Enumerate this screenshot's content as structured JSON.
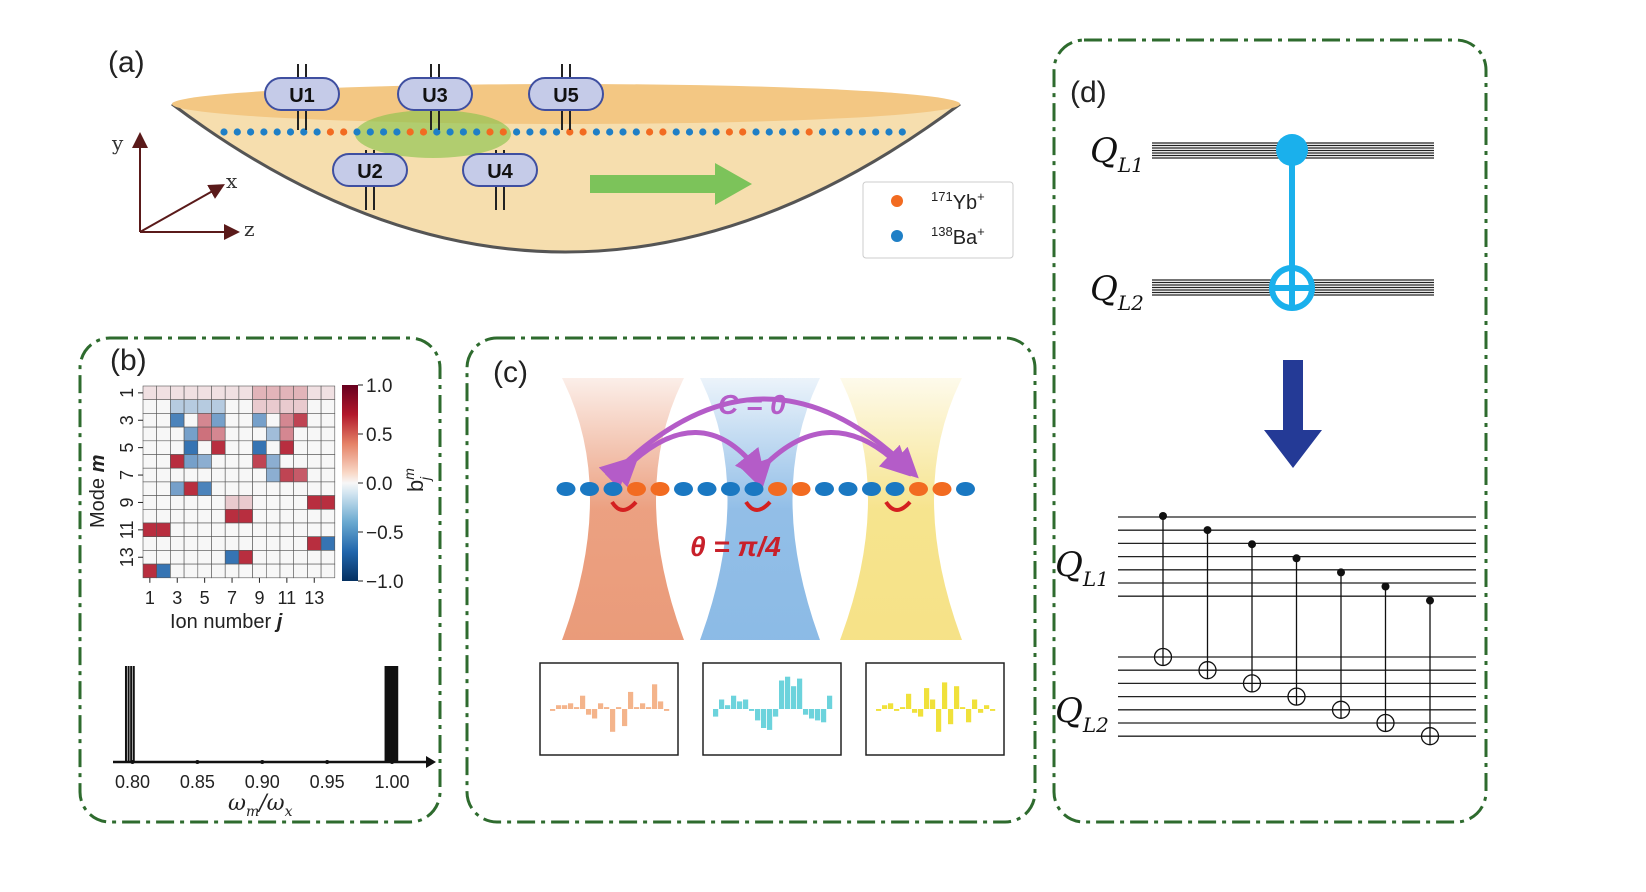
{
  "panels": {
    "a": {
      "label": "(a)",
      "gates": [
        "U1",
        "U2",
        "U3",
        "U4",
        "U5"
      ],
      "axes": {
        "x": "x",
        "y": "y",
        "z": "z"
      },
      "legend": [
        {
          "text": "171Yb+",
          "mass": "171",
          "symbol": "Yb",
          "charge": "+",
          "color": "#f26b21"
        },
        {
          "text": "138Ba+",
          "mass": "138",
          "symbol": "Ba",
          "charge": "+",
          "color": "#1f7fc6"
        }
      ]
    },
    "b": {
      "label": "(b)",
      "heatmap": {
        "ylabel": "Mode m",
        "ylabel_text": "Mode ",
        "ylabel_var": "m",
        "xlabel": "Ion number j",
        "xlabel_text": "Ion number ",
        "xlabel_var": "j",
        "xticks": [
          "1",
          "3",
          "5",
          "7",
          "9",
          "11",
          "13"
        ],
        "yticks": [
          "1",
          "3",
          "5",
          "7",
          "9",
          "11",
          "13"
        ],
        "colorbar_label": "b_j^m",
        "colorbar_ticks": [
          "1.0",
          "0.5",
          "0.0",
          "−0.5",
          "−1.0"
        ],
        "colorbar_range": [
          -1.0,
          1.0
        ]
      },
      "spectrum": {
        "xlabel": "ωm/ωx",
        "xlabel_main": "ω",
        "xlabel_sub1": "m",
        "xlabel_sub2": "x",
        "xticks": [
          "0.80",
          "0.85",
          "0.90",
          "0.95",
          "1.00"
        ],
        "xrange": [
          0.785,
          1.02
        ]
      }
    },
    "c": {
      "label": "(c)",
      "coupling_label": "C = 0",
      "angle_label": "θ = π/4",
      "beam_colors": [
        "#e8906b",
        "#7fb3e3",
        "#f5df7a"
      ],
      "bar_colors": [
        "#f4b48b",
        "#6cd3dc",
        "#f0e13a"
      ]
    },
    "d": {
      "label": "(d)",
      "q1": "Q",
      "q1_sub": "L1",
      "q2": "Q",
      "q2_sub": "L2",
      "q1_bottom": "Q",
      "q1_bottom_sub": "L1",
      "q2_bottom": "Q",
      "q2_bottom_sub": "L2",
      "cnot_color": "#1ab0ec",
      "arrow_color": "#243a96"
    }
  },
  "chart_data": [
    {
      "type": "heatmap",
      "rows": 14,
      "cols": 14,
      "xlabel": "Ion number j",
      "ylabel": "Mode m",
      "values": [
        [
          0.1,
          0.1,
          0.1,
          0.1,
          0.1,
          0.1,
          0.1,
          0.1,
          0.3,
          0.3,
          0.3,
          0.3,
          0.1,
          0.1
        ],
        [
          0,
          0,
          -0.3,
          -0.3,
          -0.3,
          -0.3,
          0,
          0,
          0.2,
          0.2,
          0.2,
          0.2,
          0,
          0
        ],
        [
          0,
          0,
          -0.8,
          0,
          0.5,
          -0.6,
          0,
          0,
          -0.6,
          0,
          0.5,
          0.8,
          0,
          0
        ],
        [
          0,
          0,
          0,
          -0.6,
          0.6,
          0.5,
          0,
          0,
          0,
          -0.4,
          0.5,
          0,
          0,
          0
        ],
        [
          0,
          0,
          0,
          -0.9,
          0,
          0.9,
          0,
          0,
          -0.9,
          0,
          0.9,
          0,
          0,
          0
        ],
        [
          0,
          0,
          0.9,
          -0.6,
          -0.5,
          0,
          0,
          0,
          0.8,
          -0.5,
          0,
          0,
          0,
          0
        ],
        [
          0,
          0,
          0,
          0,
          0,
          0,
          0,
          0,
          0,
          -0.5,
          0.8,
          0.7,
          0,
          0
        ],
        [
          0,
          0,
          -0.6,
          0.9,
          -0.8,
          0,
          0,
          0,
          0,
          0,
          0,
          0,
          0,
          0
        ],
        [
          0,
          0,
          0,
          0,
          0,
          0,
          0.2,
          0.2,
          0,
          0,
          0,
          0,
          0.9,
          0.9
        ],
        [
          0,
          0,
          0,
          0,
          0,
          0,
          0.9,
          0.9,
          0,
          0,
          0,
          0,
          0,
          0
        ],
        [
          0.9,
          0.9,
          0,
          0,
          0,
          0,
          0,
          0,
          0,
          0,
          0,
          0,
          0,
          0
        ],
        [
          0,
          0,
          0,
          0,
          0,
          0,
          0,
          0,
          0,
          0,
          0,
          0,
          0.9,
          -0.9
        ],
        [
          0,
          0,
          0,
          0,
          0,
          0,
          -0.9,
          0.9,
          0,
          0,
          0,
          0,
          0,
          0
        ],
        [
          0.9,
          -0.9,
          0,
          0,
          0,
          0,
          0,
          0,
          0,
          0,
          0,
          0,
          0,
          0
        ]
      ]
    },
    {
      "type": "bar",
      "xlabel": "ωm/ωx",
      "x": [
        0.795,
        0.797,
        0.799,
        0.801,
        0.995,
        0.996,
        0.997,
        0.998,
        0.999,
        1.0,
        1.001,
        1.002,
        1.003,
        1.004
      ],
      "values": [
        1,
        1,
        1,
        1,
        1,
        1,
        1,
        1,
        1,
        1,
        1,
        1,
        1,
        1
      ]
    },
    {
      "type": "bar",
      "series": [
        {
          "values": [
            -0.05,
            0.1,
            0.1,
            0.15,
            0.05,
            0.35,
            -0.15,
            -0.25,
            0.15,
            0.05,
            -0.6,
            0.05,
            -0.45,
            0.45,
            0.05,
            0.15,
            0.05,
            0.65,
            0.2,
            -0.05
          ]
        },
        {
          "values": [
            -0.2,
            0.25,
            0.1,
            0.35,
            0.2,
            0.25,
            -0.05,
            -0.3,
            -0.5,
            -0.55,
            -0.2,
            0.75,
            0.85,
            0.6,
            0.8,
            -0.15,
            -0.25,
            -0.3,
            -0.35,
            0.35
          ]
        },
        {
          "values": [
            -0.05,
            0.1,
            0.15,
            -0.05,
            0.05,
            0.4,
            -0.1,
            -0.2,
            0.55,
            0.25,
            -0.6,
            0.7,
            -0.4,
            0.6,
            0.05,
            -0.35,
            0.25,
            -0.1,
            0.1,
            -0.05
          ]
        }
      ]
    }
  ]
}
